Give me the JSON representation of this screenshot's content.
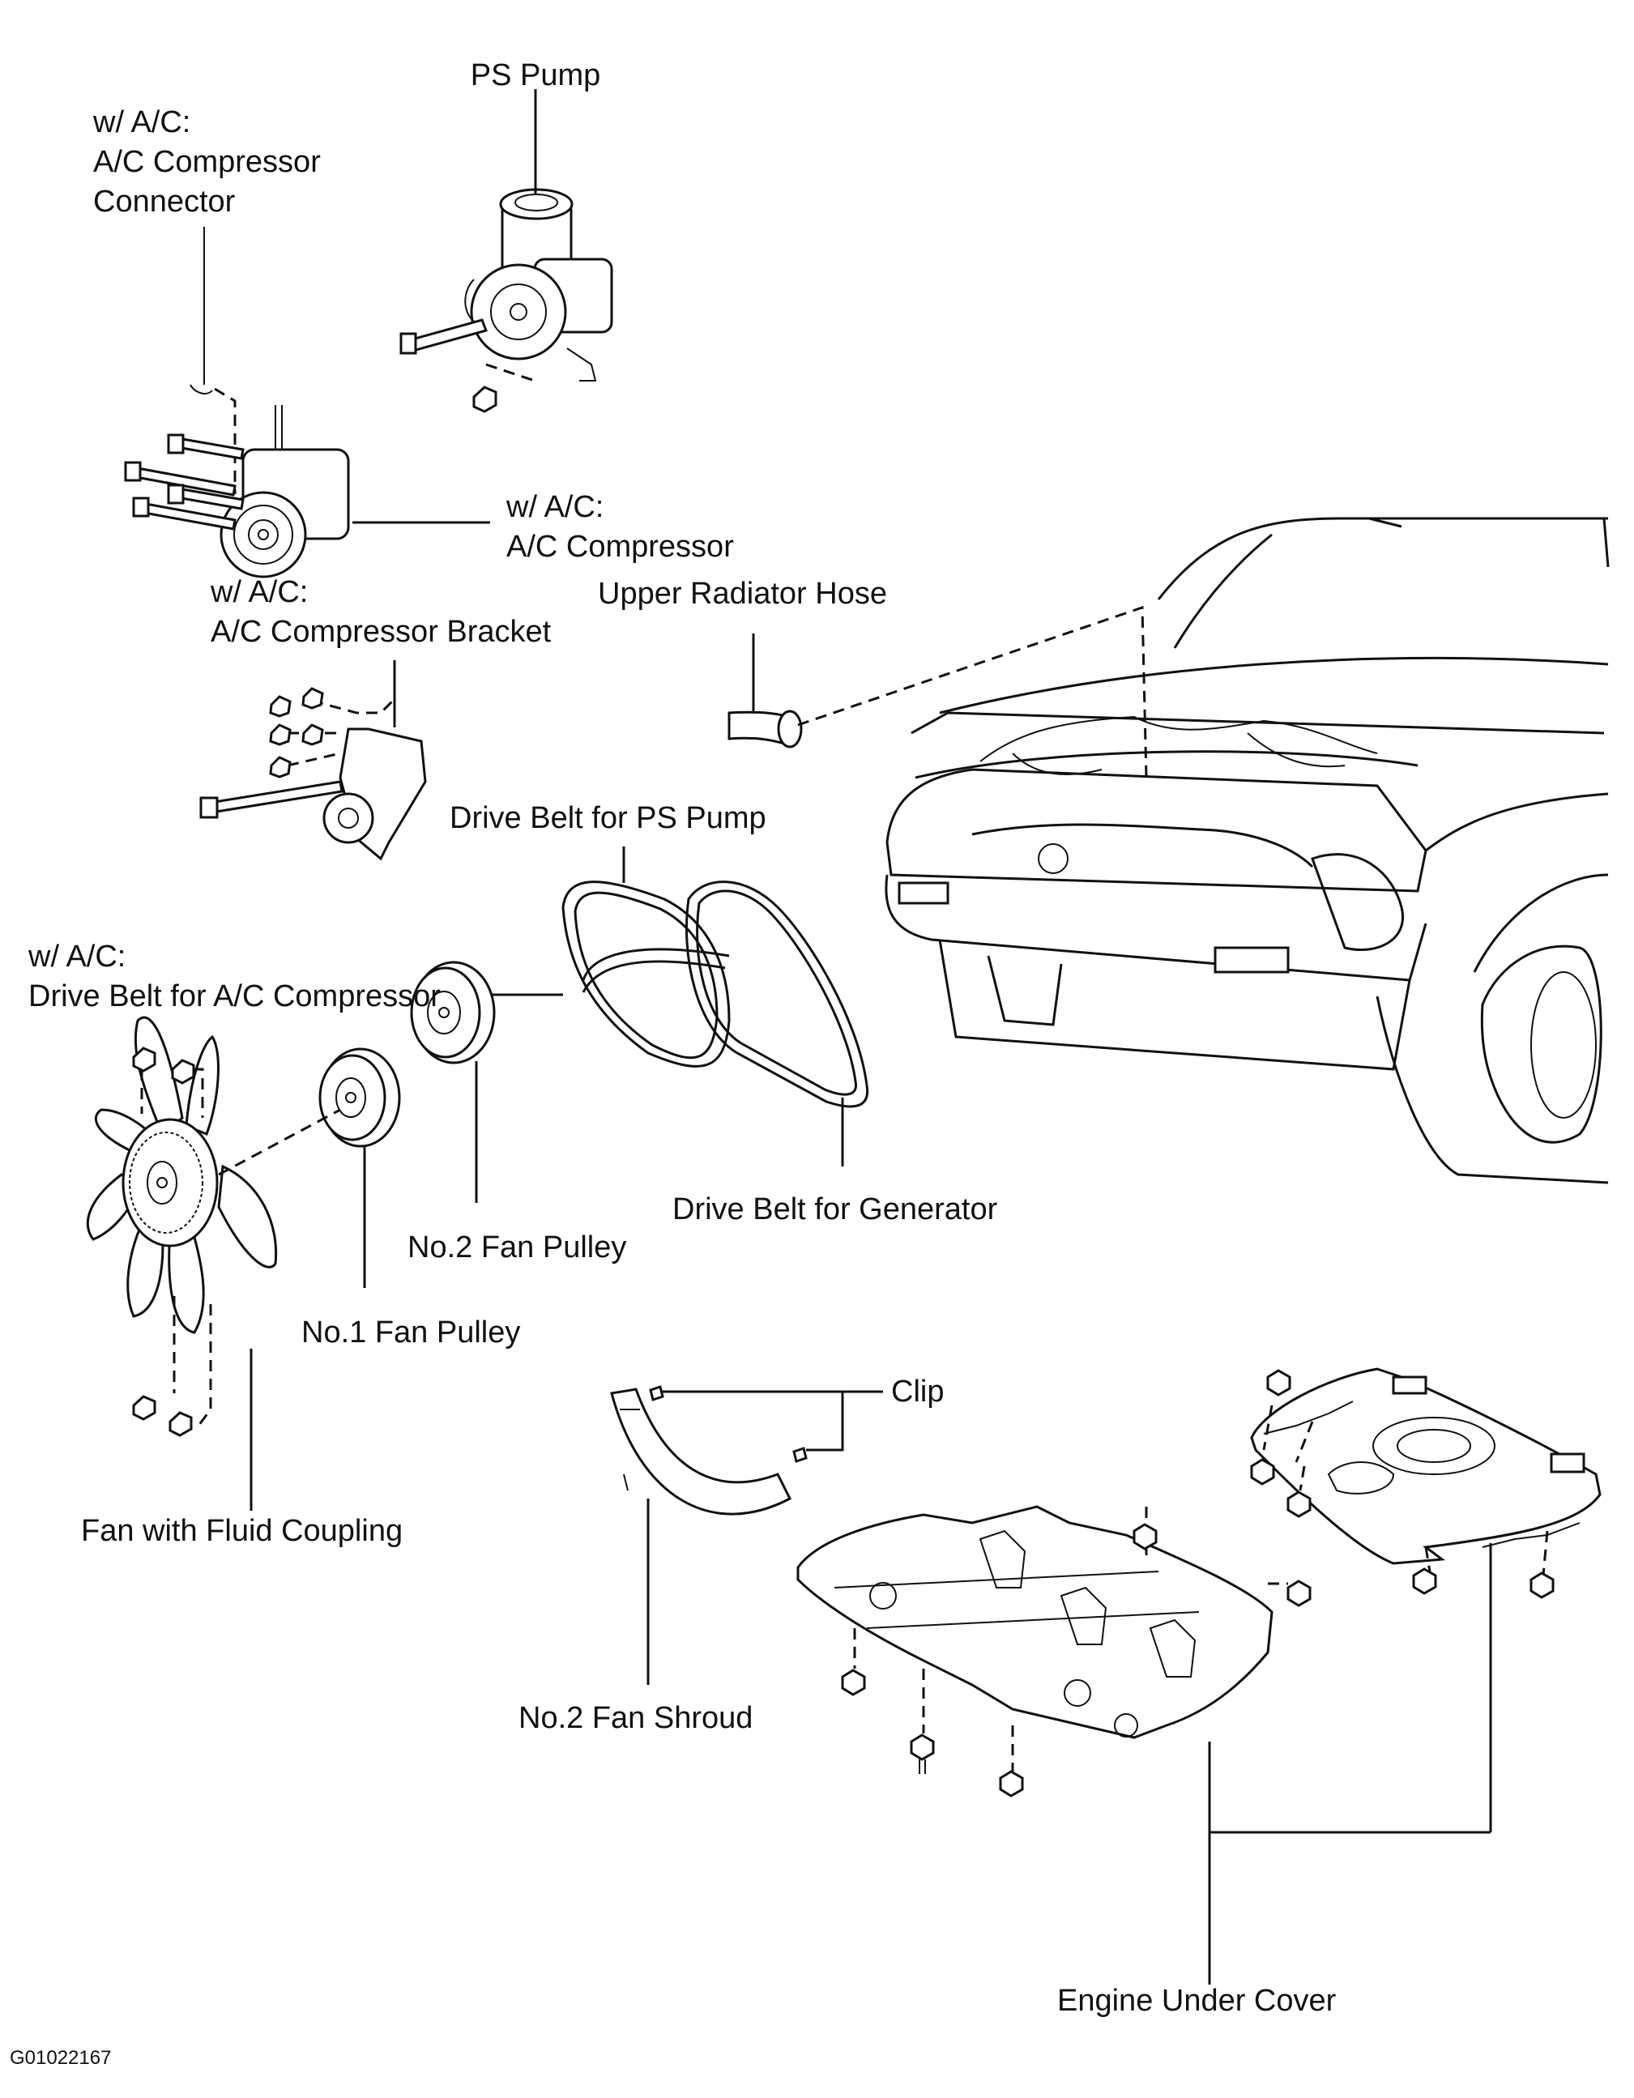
{
  "labels": {
    "ps_pump": "PS Pump",
    "ac_connector_1": "w/ A/C:",
    "ac_connector_2": "A/C Compressor",
    "ac_connector_3": "Connector",
    "ac_compressor_1": "w/ A/C:",
    "ac_compressor_2": "A/C Compressor",
    "ac_bracket_1": "w/ A/C:",
    "ac_bracket_2": "A/C Compressor Bracket",
    "upper_radiator_hose": "Upper Radiator Hose",
    "drive_belt_ps": "Drive Belt for PS Pump",
    "drive_belt_ac_1": "w/ A/C:",
    "drive_belt_ac_2": "Drive Belt for A/C Compressor",
    "drive_belt_generator": "Drive Belt for Generator",
    "no2_fan_pulley": "No.2 Fan Pulley",
    "no1_fan_pulley": "No.1 Fan Pulley",
    "fan_fluid_coupling": "Fan with Fluid Coupling",
    "clip": "Clip",
    "no2_fan_shroud": "No.2 Fan Shroud",
    "engine_under_cover": "Engine Under Cover"
  },
  "figure_id": "G01022167",
  "colors": {
    "line": "#111111",
    "background": "#ffffff"
  }
}
